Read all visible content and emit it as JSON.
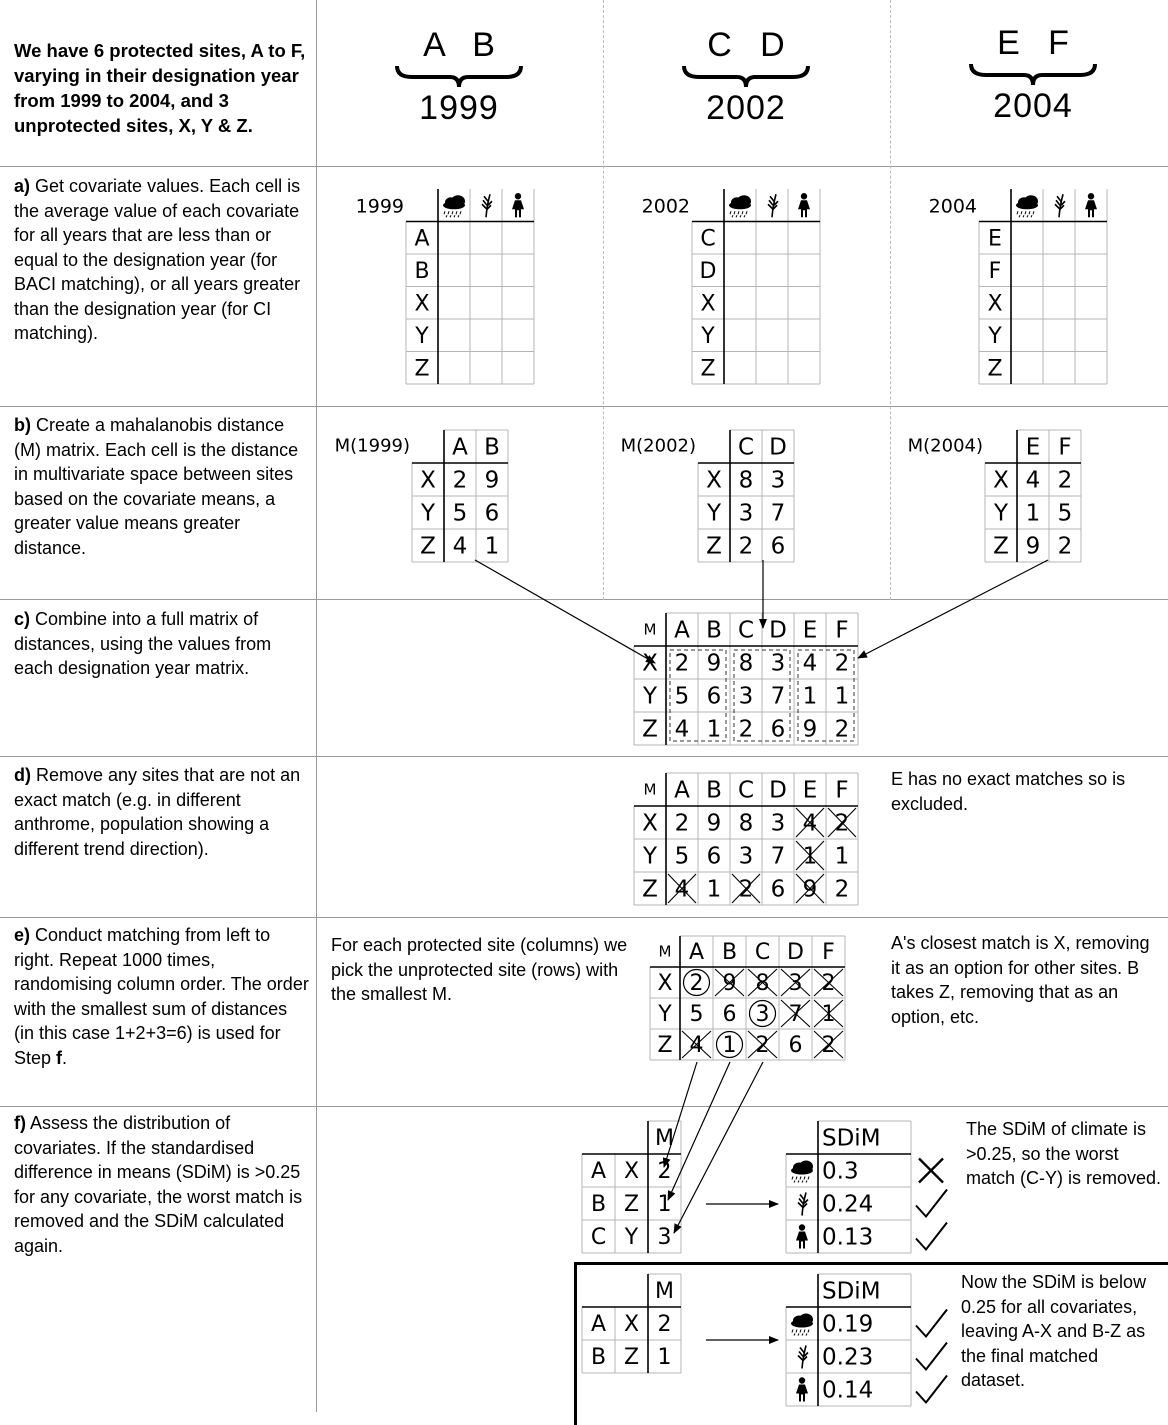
{
  "intro": "We have 6 protected sites, A to F, varying in their designation year from 1999 to 2004, and 3 unprotected sites, X, Y & Z.",
  "groups": [
    {
      "letters": "A   B",
      "year": "1999"
    },
    {
      "letters": "C   D",
      "year": "2002"
    },
    {
      "letters": "E   F",
      "year": "2004"
    }
  ],
  "steps": {
    "a": {
      "label": "a)",
      "text": " Get covariate values. Each cell is the average value of each covariate for all years that are less than or equal to the designation year (for BACI matching), or all years greater than the designation year (for CI matching)."
    },
    "b": {
      "label": "b)",
      "text": " Create a mahalanobis distance (M) matrix. Each cell is the distance in multivariate space between sites based on the covariate means, a greater value means greater distance."
    },
    "c": {
      "label": "c)",
      "text": " Combine into a full matrix of distances, using the values from each designation year matrix."
    },
    "d": {
      "label": "d)",
      "text": " Remove any sites that are not an exact match (e.g. in different anthrome, population showing a different trend direction)."
    },
    "e": {
      "label": "e)",
      "text_before": " Conduct matching from left to right. Repeat 1000 times, randomising column order. The order with the smallest sum of distances (in this case 1+2+3=6) is used for Step ",
      "bold_tail": "f",
      "text_after": "."
    },
    "f": {
      "label": "f)",
      "text": " Assess the distribution of covariates. If the standardised difference in means (SDiM) is >0.25 for any covariate, the worst match is removed and the SDiM calculated again."
    }
  },
  "notes": {
    "d": "E has no exact matches so is excluded.",
    "e_left": "For each protected site (columns) we pick the unprotected site (rows) with the smallest M.",
    "e_right": "A's closest match is X, removing it as an option for other sites. B takes Z, removing that as an option, etc.",
    "f_top": "The SDiM of climate is >0.25, so the worst match (C-Y) is removed.",
    "f_bottom": "Now the SDiM is below 0.25 for all covariates, leaving A-X and B-Z as the final matched dataset."
  },
  "covariate_tables": [
    {
      "year": "1999",
      "rows": [
        "A",
        "B",
        "X",
        "Y",
        "Z"
      ]
    },
    {
      "year": "2002",
      "rows": [
        "C",
        "D",
        "X",
        "Y",
        "Z"
      ]
    },
    {
      "year": "2004",
      "rows": [
        "E",
        "F",
        "X",
        "Y",
        "Z"
      ]
    }
  ],
  "covariate_icons": [
    "rain-cloud-icon",
    "wheat-icon",
    "person-icon"
  ],
  "m_tables": [
    {
      "label": "M(1999)",
      "cols": [
        "A",
        "B"
      ],
      "rows": [
        [
          "X",
          "2",
          "9"
        ],
        [
          "Y",
          "5",
          "6"
        ],
        [
          "Z",
          "4",
          "1"
        ]
      ]
    },
    {
      "label": "M(2002)",
      "cols": [
        "C",
        "D"
      ],
      "rows": [
        [
          "X",
          "8",
          "3"
        ],
        [
          "Y",
          "3",
          "7"
        ],
        [
          "Z",
          "2",
          "6"
        ]
      ]
    },
    {
      "label": "M(2004)",
      "cols": [
        "E",
        "F"
      ],
      "rows": [
        [
          "X",
          "4",
          "2"
        ],
        [
          "Y",
          "1",
          "5"
        ],
        [
          "Z",
          "9",
          "2"
        ]
      ]
    }
  ],
  "full_matrix": {
    "corner": "M",
    "cols": [
      "A",
      "B",
      "C",
      "D",
      "E",
      "F"
    ],
    "rows": [
      [
        "X",
        "2",
        "9",
        "8",
        "3",
        "4",
        "2"
      ],
      [
        "Y",
        "5",
        "6",
        "3",
        "7",
        "1",
        "1"
      ],
      [
        "Z",
        "4",
        "1",
        "2",
        "6",
        "9",
        "2"
      ]
    ]
  },
  "reduced_matrix": {
    "corner": "M",
    "cols": [
      "A",
      "B",
      "C",
      "D",
      "F"
    ],
    "rows": [
      [
        "X",
        "2",
        "9",
        "8",
        "3",
        "2"
      ],
      [
        "Y",
        "5",
        "6",
        "3",
        "7",
        "1"
      ],
      [
        "Z",
        "4",
        "1",
        "2",
        "6",
        "2"
      ]
    ],
    "circled": [
      [
        0,
        0
      ],
      [
        1,
        2
      ],
      [
        2,
        1
      ]
    ]
  },
  "matched_top": {
    "header": "M",
    "rows": [
      [
        "A",
        "X",
        "2"
      ],
      [
        "B",
        "Z",
        "1"
      ],
      [
        "C",
        "Y",
        "3"
      ]
    ]
  },
  "sdim_top": {
    "header": "SDiM",
    "values": [
      "0.3",
      "0.24",
      "0.13"
    ],
    "checks": [
      "cross",
      "check",
      "check"
    ]
  },
  "matched_bottom": {
    "header": "M",
    "rows": [
      [
        "A",
        "X",
        "2"
      ],
      [
        "B",
        "Z",
        "1"
      ]
    ]
  },
  "sdim_bottom": {
    "header": "SDiM",
    "values": [
      "0.19",
      "0.23",
      "0.14"
    ],
    "checks": [
      "check",
      "check",
      "check"
    ]
  }
}
